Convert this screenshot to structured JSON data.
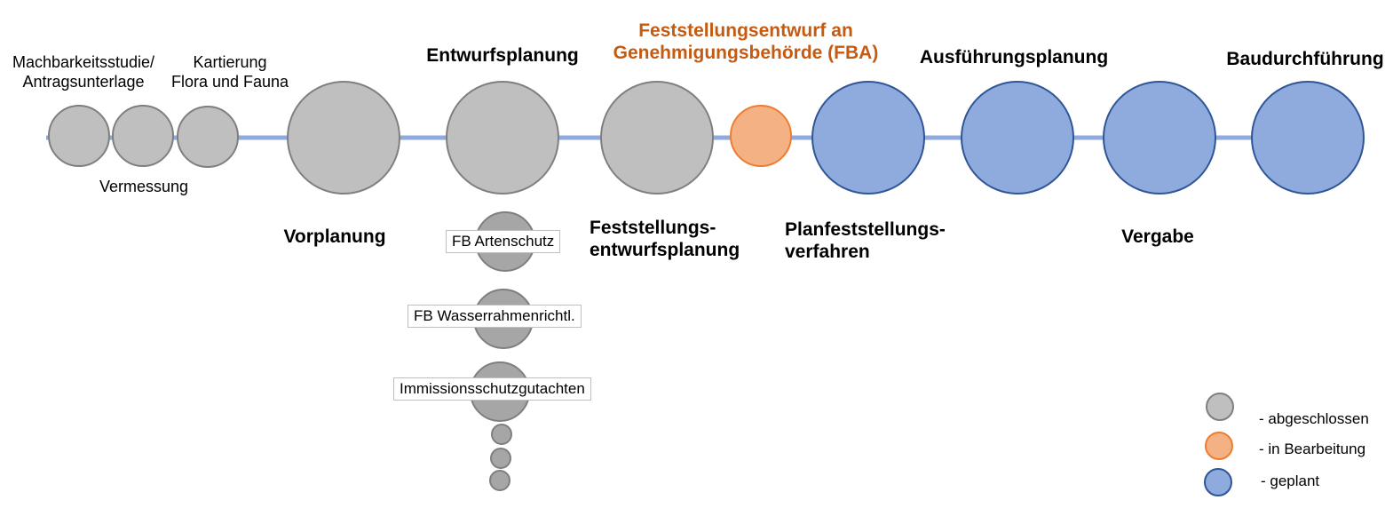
{
  "colors": {
    "completed_fill": "#bfbfbf",
    "completed_stroke": "#7f7f7f",
    "in_progress_fill": "#f4b183",
    "in_progress_stroke": "#ed7d31",
    "planned_fill": "#8faadc",
    "planned_stroke": "#2f5597",
    "timeline": "#8faadc",
    "highlight_text": "#c55a11"
  },
  "phases": {
    "machbarkeit": {
      "line1": "Machbarkeitsstudie/",
      "line2": "Antragsunterlage",
      "status": "completed"
    },
    "vermessung": {
      "label": "Vermessung",
      "status": "completed"
    },
    "kartierung": {
      "line1": "Kartierung",
      "line2": "Flora und Fauna",
      "status": "completed"
    },
    "vorplanung": {
      "label": "Vorplanung",
      "status": "completed"
    },
    "entwurfsplanung": {
      "label": "Entwurfsplanung",
      "status": "completed"
    },
    "feststellungsentwurfsplanung": {
      "line1": "Feststellungs-",
      "line2": "entwurfsplanung",
      "status": "completed"
    },
    "fba": {
      "line1": "Feststellungsentwurf an",
      "line2": "Genehmigungsbehörde (FBA)",
      "status": "in_progress"
    },
    "planfeststellung": {
      "line1": "Planfeststellungs-",
      "line2": "verfahren",
      "status": "planned"
    },
    "ausfuehrungsplanung": {
      "label": "Ausführungsplanung",
      "status": "planned"
    },
    "vergabe": {
      "label": "Vergabe",
      "status": "planned"
    },
    "baudurchfuehrung": {
      "label": "Baudurchführung",
      "status": "planned"
    }
  },
  "sub_studies": [
    {
      "label": "FB Artenschutz"
    },
    {
      "label": "FB Wasserrahmenrichtl."
    },
    {
      "label": "Immissionsschutzgutachten"
    }
  ],
  "legend": {
    "completed": "- abgeschlossen",
    "in_progress": "- in Bearbeitung",
    "planned": "- geplant"
  }
}
